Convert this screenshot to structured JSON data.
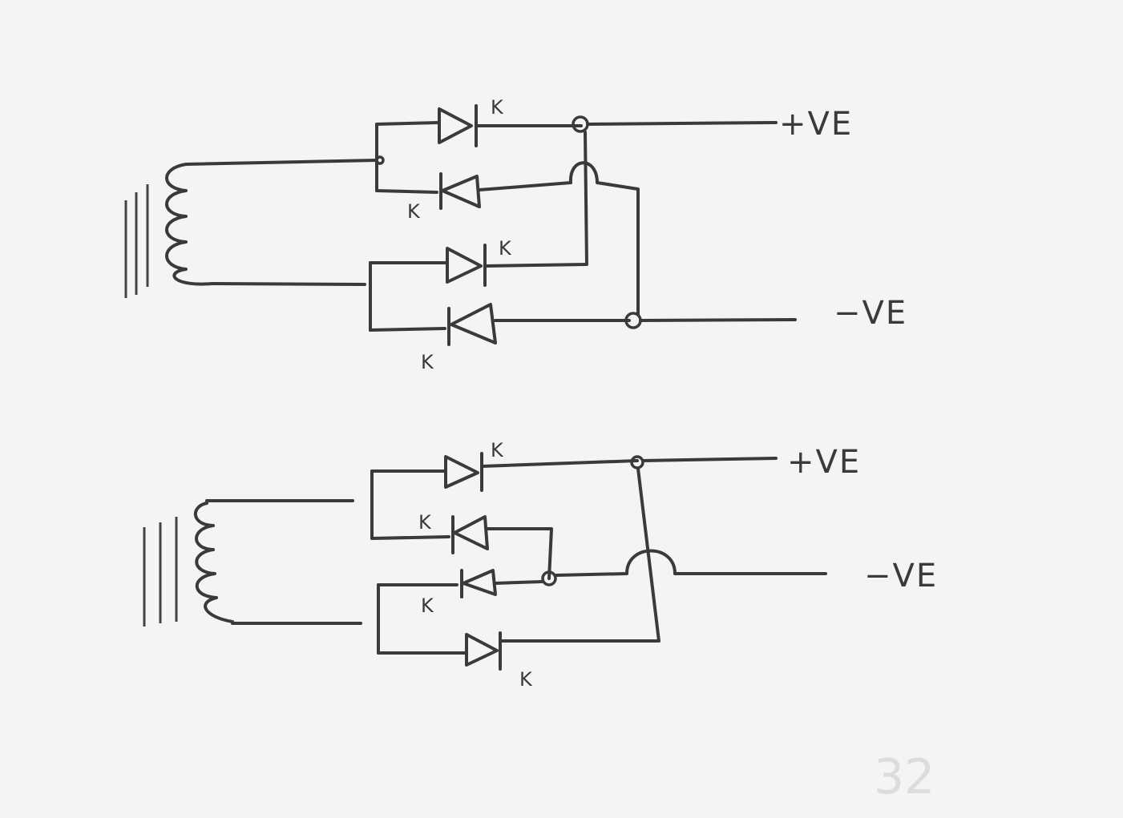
{
  "circuits": [
    {
      "positive_label": "+VE",
      "negative_label": "−VE",
      "diode_labels": [
        "K",
        "K",
        "K",
        "K"
      ]
    },
    {
      "positive_label": "+VE",
      "negative_label": "−VE",
      "diode_labels": [
        "K",
        "K",
        "K",
        "K"
      ]
    }
  ]
}
